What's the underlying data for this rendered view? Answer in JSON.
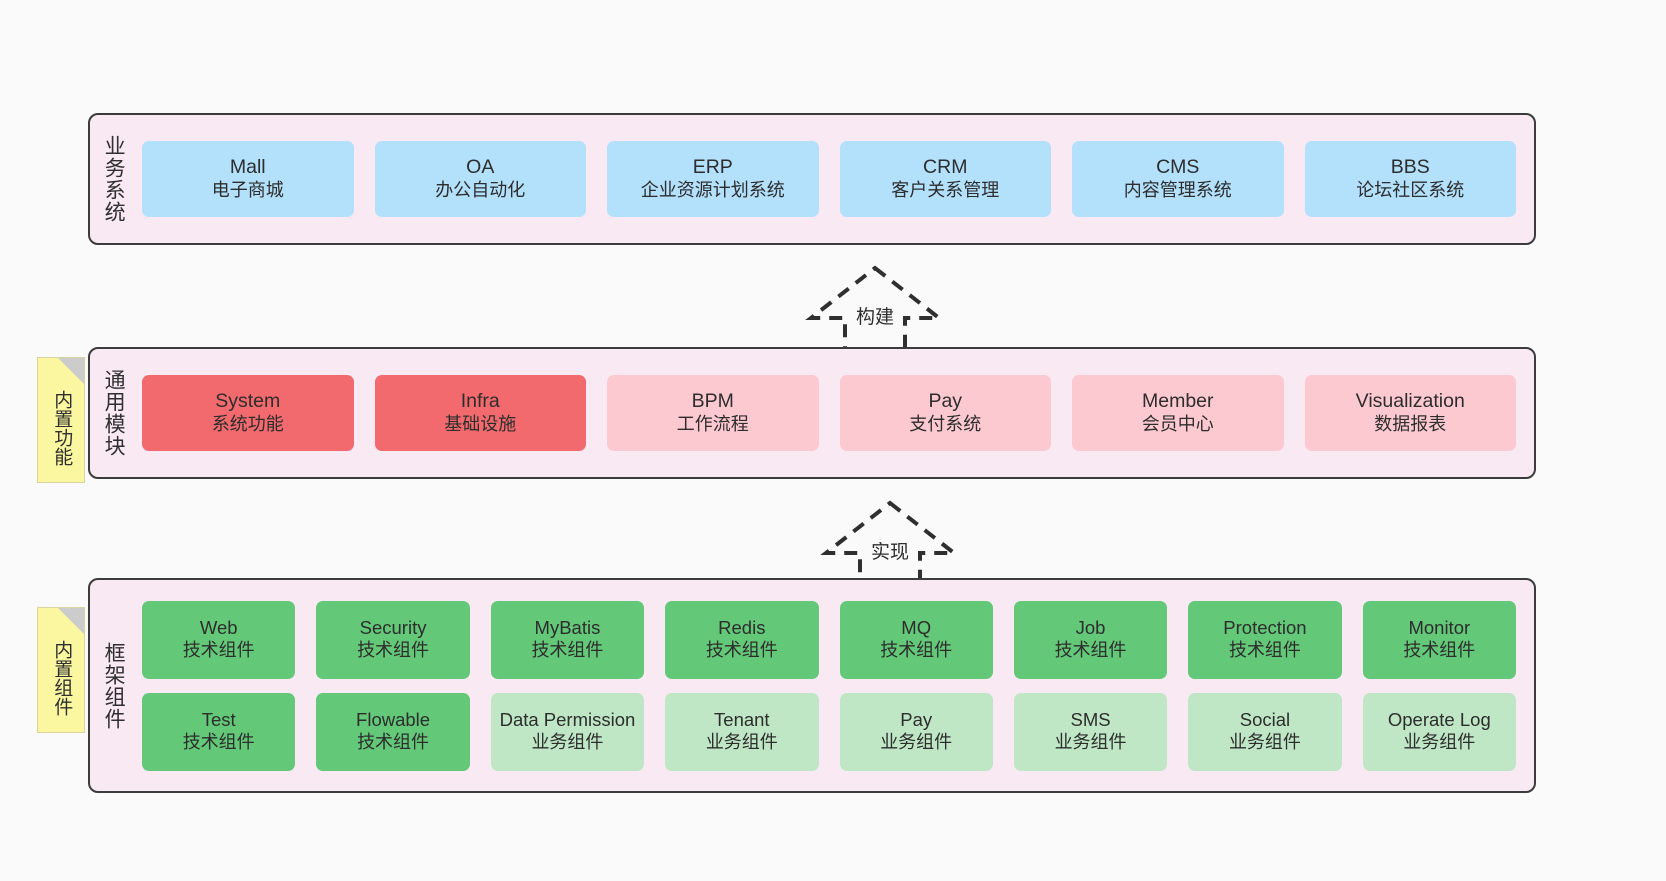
{
  "diagram": {
    "background_color": "#fafafa",
    "band_color": "#f9e9f3",
    "border_color": "#3c3c3c"
  },
  "layers": [
    {
      "id": "business-systems",
      "title": "业务系统",
      "rows": [
        {
          "cards": [
            {
              "name": "mall",
              "title": "Mall",
              "subtitle": "电子商城",
              "color": "#b3e0fb"
            },
            {
              "name": "oa",
              "title": "OA",
              "subtitle": "办公自动化",
              "color": "#b3e0fb"
            },
            {
              "name": "erp",
              "title": "ERP",
              "subtitle": "企业资源计划系统",
              "color": "#b3e0fb"
            },
            {
              "name": "crm",
              "title": "CRM",
              "subtitle": "客户关系管理",
              "color": "#b3e0fb"
            },
            {
              "name": "cms",
              "title": "CMS",
              "subtitle": "内容管理系统",
              "color": "#b3e0fb"
            },
            {
              "name": "bbs",
              "title": "BBS",
              "subtitle": "论坛社区系统",
              "color": "#b3e0fb"
            }
          ]
        }
      ]
    },
    {
      "id": "common-modules",
      "title": "通用模块",
      "note": "内置功能",
      "rows": [
        {
          "cards": [
            {
              "name": "system",
              "title": "System",
              "subtitle": "系统功能",
              "color": "#f26a6e"
            },
            {
              "name": "infra",
              "title": "Infra",
              "subtitle": "基础设施",
              "color": "#f26a6e"
            },
            {
              "name": "bpm",
              "title": "BPM",
              "subtitle": "工作流程",
              "color": "#fcc9d1"
            },
            {
              "name": "pay",
              "title": "Pay",
              "subtitle": "支付系统",
              "color": "#fcc9d1"
            },
            {
              "name": "member",
              "title": "Member",
              "subtitle": "会员中心",
              "color": "#fcc9d1"
            },
            {
              "name": "visualization",
              "title": "Visualization",
              "subtitle": "数据报表",
              "color": "#fcc9d1"
            }
          ]
        }
      ]
    },
    {
      "id": "framework-components",
      "title": "框架组件",
      "note": "内置组件",
      "rows": [
        {
          "cards": [
            {
              "name": "web",
              "title": "Web",
              "subtitle": "技术组件",
              "color": "#63c878"
            },
            {
              "name": "security",
              "title": "Security",
              "subtitle": "技术组件",
              "color": "#63c878"
            },
            {
              "name": "mybatis",
              "title": "MyBatis",
              "subtitle": "技术组件",
              "color": "#63c878"
            },
            {
              "name": "redis",
              "title": "Redis",
              "subtitle": "技术组件",
              "color": "#63c878"
            },
            {
              "name": "mq",
              "title": "MQ",
              "subtitle": "技术组件",
              "color": "#63c878"
            },
            {
              "name": "job",
              "title": "Job",
              "subtitle": "技术组件",
              "color": "#63c878"
            },
            {
              "name": "protection",
              "title": "Protection",
              "subtitle": "技术组件",
              "color": "#63c878"
            },
            {
              "name": "monitor",
              "title": "Monitor",
              "subtitle": "技术组件",
              "color": "#63c878"
            }
          ]
        },
        {
          "cards": [
            {
              "name": "test",
              "title": "Test",
              "subtitle": "技术组件",
              "color": "#63c878"
            },
            {
              "name": "flowable",
              "title": "Flowable",
              "subtitle": "技术组件",
              "color": "#63c878"
            },
            {
              "name": "data-permission",
              "title": "Data Permission",
              "subtitle": "业务组件",
              "color": "#bfe7c6"
            },
            {
              "name": "tenant",
              "title": "Tenant",
              "subtitle": "业务组件",
              "color": "#bfe7c6"
            },
            {
              "name": "pay-biz",
              "title": "Pay",
              "subtitle": "业务组件",
              "color": "#bfe7c6"
            },
            {
              "name": "sms",
              "title": "SMS",
              "subtitle": "业务组件",
              "color": "#bfe7c6"
            },
            {
              "name": "social",
              "title": "Social",
              "subtitle": "业务组件",
              "color": "#bfe7c6"
            },
            {
              "name": "operate-log",
              "title": "Operate Log",
              "subtitle": "业务组件",
              "color": "#bfe7c6"
            }
          ]
        }
      ]
    }
  ],
  "connectors": [
    {
      "name": "build-arrow",
      "label": "构建"
    },
    {
      "name": "implement-arrow",
      "label": "实现"
    }
  ]
}
